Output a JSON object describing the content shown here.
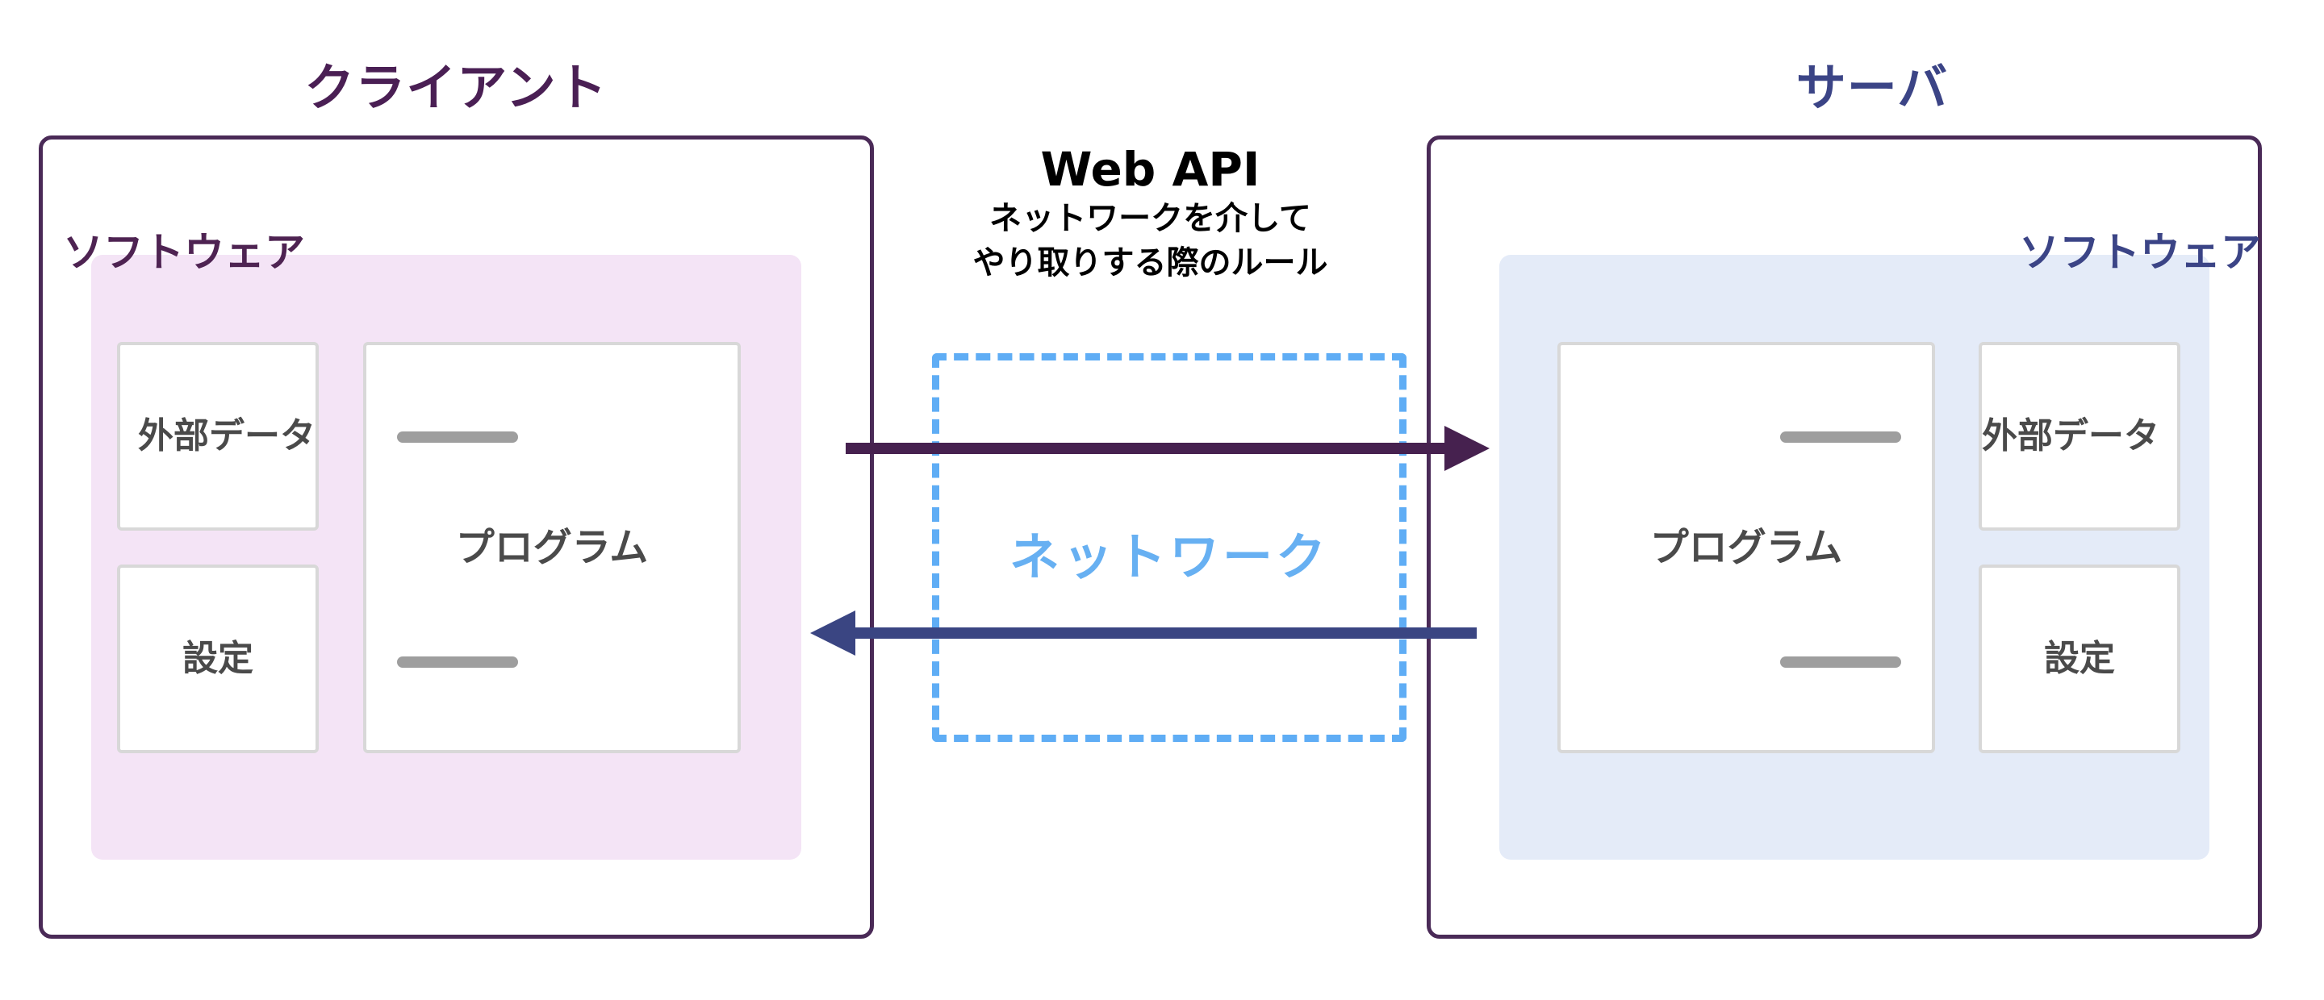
{
  "diagram": {
    "title_client": "クライアント",
    "title_server": "サーバ",
    "api": {
      "title": "Web API",
      "subtitle_line1": "ネットワークを介して",
      "subtitle_line2": "やり取りする際のルール"
    },
    "network": {
      "label": "ネットワーク"
    },
    "client": {
      "software_label": "ソフトウェア",
      "program_label": "プログラム",
      "external_data_label": "外部データ",
      "settings_label": "設定"
    },
    "server": {
      "software_label": "ソフトウェア",
      "program_label": "プログラム",
      "external_data_label": "外部データ",
      "settings_label": "設定"
    }
  },
  "colors": {
    "client_accent": "#4a1f54",
    "server_accent": "#3b4486",
    "outer_border": "#4a2a57",
    "client_panel": "#f4e4f6",
    "server_panel": "#e4ebf8",
    "network_blue": "#5fadf5",
    "network_text": "#67b0f2",
    "arrow_request": "#46214f",
    "arrow_response": "#3a4582",
    "connector_gray": "#9e9e9e",
    "inner_border": "#d8d8d8",
    "inner_text": "#4a4a4a"
  }
}
